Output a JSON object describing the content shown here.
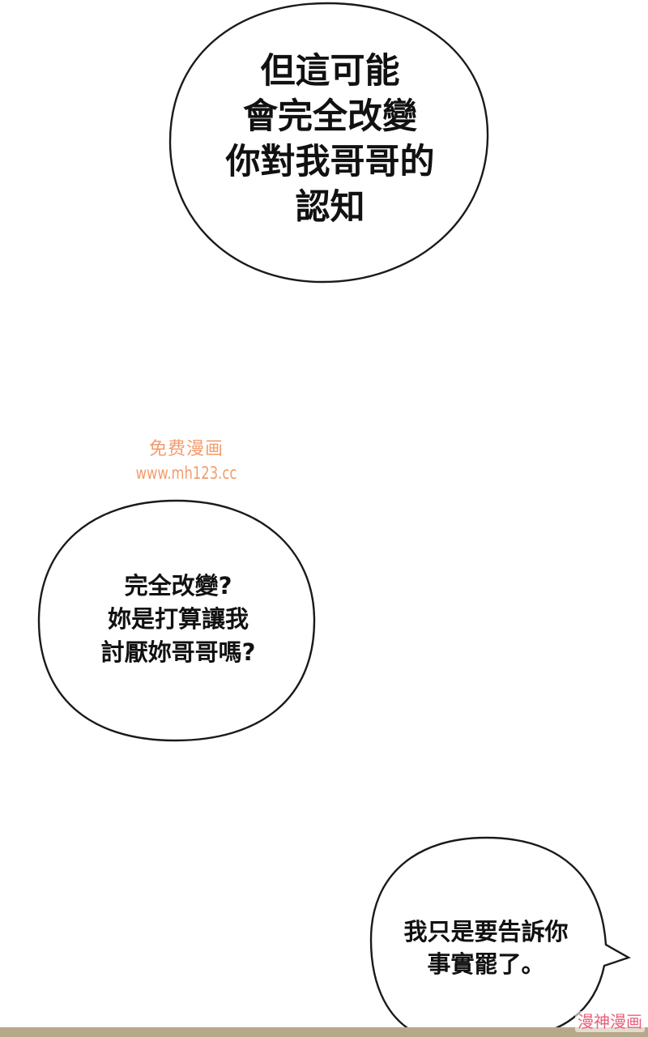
{
  "bubbles": [
    {
      "text": "但這可能\n會完全改變\n你對我哥哥的\n認知"
    },
    {
      "text": "完全改變?\n妳是打算讓我\n討厭妳哥哥嗎?"
    },
    {
      "text": "我只是要告訴你\n事實罷了。"
    }
  ],
  "watermark": {
    "line1": "免费漫画",
    "line2": "www.mh123.cc",
    "color": "#f07a3a"
  },
  "corner_mark": {
    "text": "漫神漫画",
    "color": "#e8607a"
  },
  "colors": {
    "background": "#ffffff",
    "text": "#111111",
    "outline": "#1a1a1a",
    "bottom_strip": "#b8a88a"
  }
}
